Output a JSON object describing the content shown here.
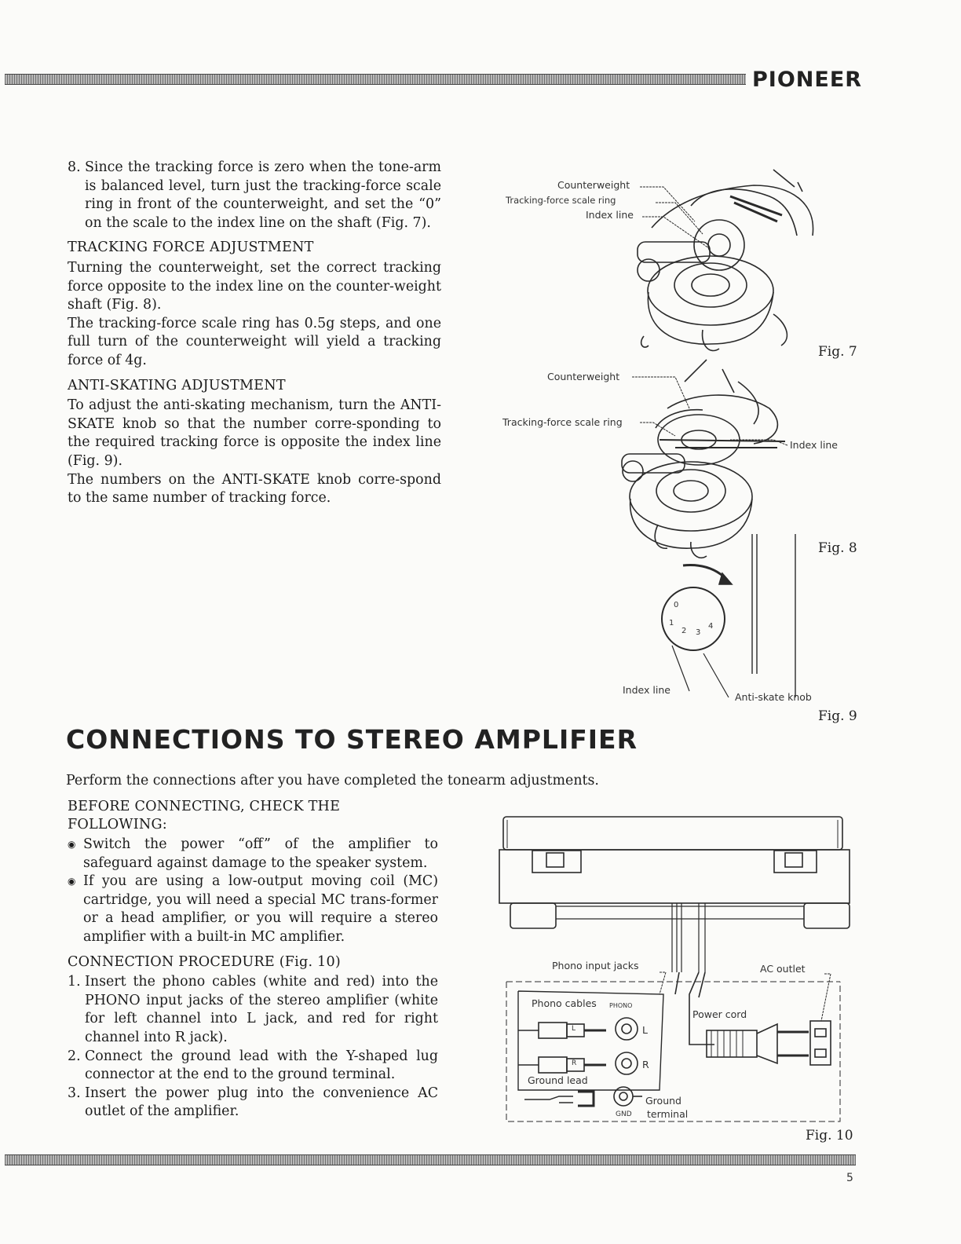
{
  "header": {
    "brand": "PIONEER"
  },
  "left_top": {
    "step8_num": "8.",
    "step8_text": "Since the tracking force is zero when the tone-arm is balanced level, turn just the tracking-force scale ring in front of the counterweight, and set the “0” on the scale to the index line on the shaft (Fig. 7).",
    "tracking_title": "TRACKING FORCE ADJUSTMENT",
    "tracking_p1": "Turning the counterweight, set the correct tracking force opposite to the index line on the counter-weight shaft (Fig. 8).",
    "tracking_p2": "The tracking-force scale ring has 0.5g steps, and one full turn of the counterweight will yield a tracking force of 4g.",
    "antiskate_title": "ANTI-SKATING ADJUSTMENT",
    "antiskate_p1": "To adjust the anti-skating mechanism, turn the ANTI-SKATE knob so that the number corre-sponding to the required tracking force is opposite the index line (Fig. 9).",
    "antiskate_p2": "The numbers on the ANTI-SKATE knob corre-spond to the same number of tracking force."
  },
  "fig7": {
    "label": "Fig. 7",
    "counterweight": "Counterweight",
    "ring": "Tracking-force scale ring",
    "index": "Index line"
  },
  "fig8": {
    "label": "Fig. 8",
    "counterweight": "Counterweight",
    "ring": "Tracking-force scale ring",
    "index": "Index line"
  },
  "fig9": {
    "label": "Fig. 9",
    "index": "Index line",
    "knob": "Anti-skate knob",
    "dial_0": "0",
    "dial_1": "1",
    "dial_2": "2",
    "dial_3": "3",
    "dial_4": "4"
  },
  "connections": {
    "heading": "CONNECTIONS TO STEREO AMPLIFIER",
    "intro": "Perform the connections after you have completed the tonearm adjustments.",
    "before_title": "BEFORE CONNECTING, CHECK THE FOLLOWING:",
    "bullet_1": "Switch the power “off” of the amplifier to safeguard against damage to the speaker system.",
    "bullet_2": "If you are using a low-output moving coil (MC) cartridge, you will need a special MC trans-former or a head amplifier, or you will require a stereo amplifier with a built-in MC amplifier.",
    "procedure_title": "CONNECTION PROCEDURE (Fig. 10)",
    "step1_num": "1.",
    "step1": "Insert the phono cables (white and red) into the PHONO input jacks of the stereo amplifier (white for left channel into L jack, and red for right channel into R jack).",
    "step2_num": "2.",
    "step2": "Connect the ground lead with the Y-shaped lug connector at the end to the ground terminal.",
    "step3_num": "3.",
    "step3": "Insert the power plug into the convenience AC outlet of the amplifier."
  },
  "fig10": {
    "label": "Fig. 10",
    "phono_input": "Phono input jacks",
    "ac_outlet": "AC outlet",
    "phono_cables": "Phono cables",
    "phono": "PHONO",
    "power_cord": "Power cord",
    "l": "L",
    "r": "R",
    "ground_lead": "Ground lead",
    "ground_terminal_1": "Ground",
    "ground_terminal_2": "terminal",
    "gnd": "GND",
    "plug_l": "L",
    "plug_r": "R"
  },
  "footer": {
    "page_number": "5"
  }
}
